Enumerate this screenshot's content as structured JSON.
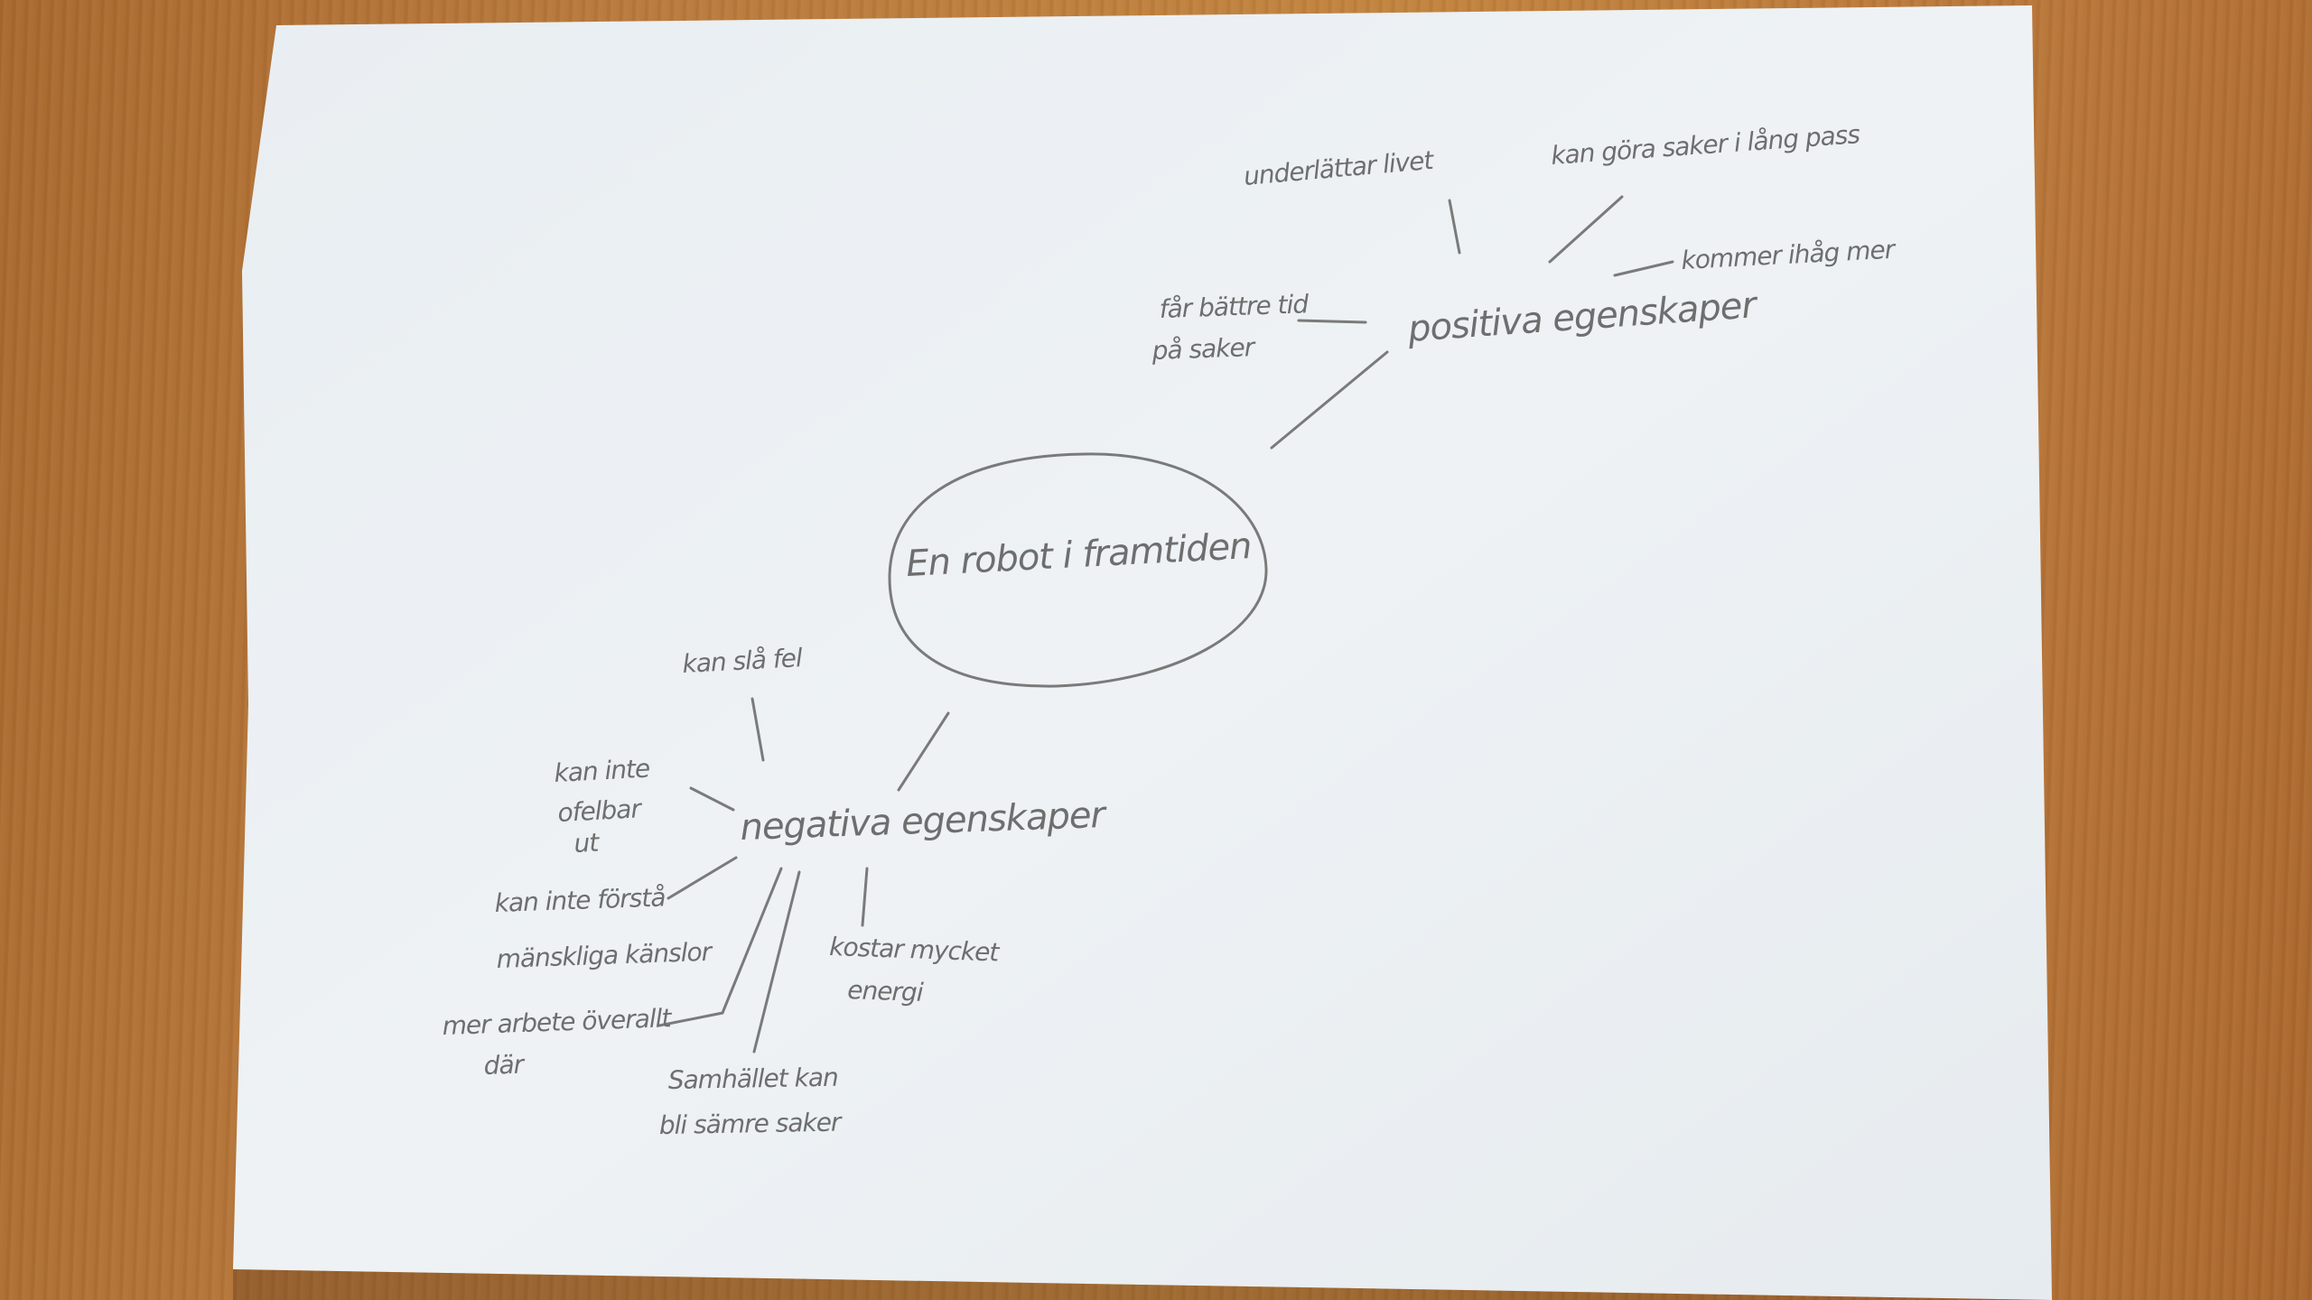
{
  "mindmap": {
    "center": "En robot i framtiden",
    "positive": {
      "label": "positiva egenskaper",
      "leaves": {
        "a": "underlättar livet",
        "b": "kan göra saker i lång pass",
        "c": "kommer ihåg mer",
        "d1": "får bättre tid",
        "d2": "på saker"
      }
    },
    "negative": {
      "label": "negativa egenskaper",
      "leaves": {
        "a": "kan slå fel",
        "b1": "kan inte",
        "b2": "ofelbar",
        "b3": "ut",
        "c1": "kan inte förstå",
        "c2": "mänskliga känslor",
        "d1": "mer arbete överallt",
        "d2": "där",
        "e1": "kostar mycket",
        "e2": "energi",
        "f1": "Samhället kan",
        "f2": "bli sämre saker"
      }
    }
  }
}
